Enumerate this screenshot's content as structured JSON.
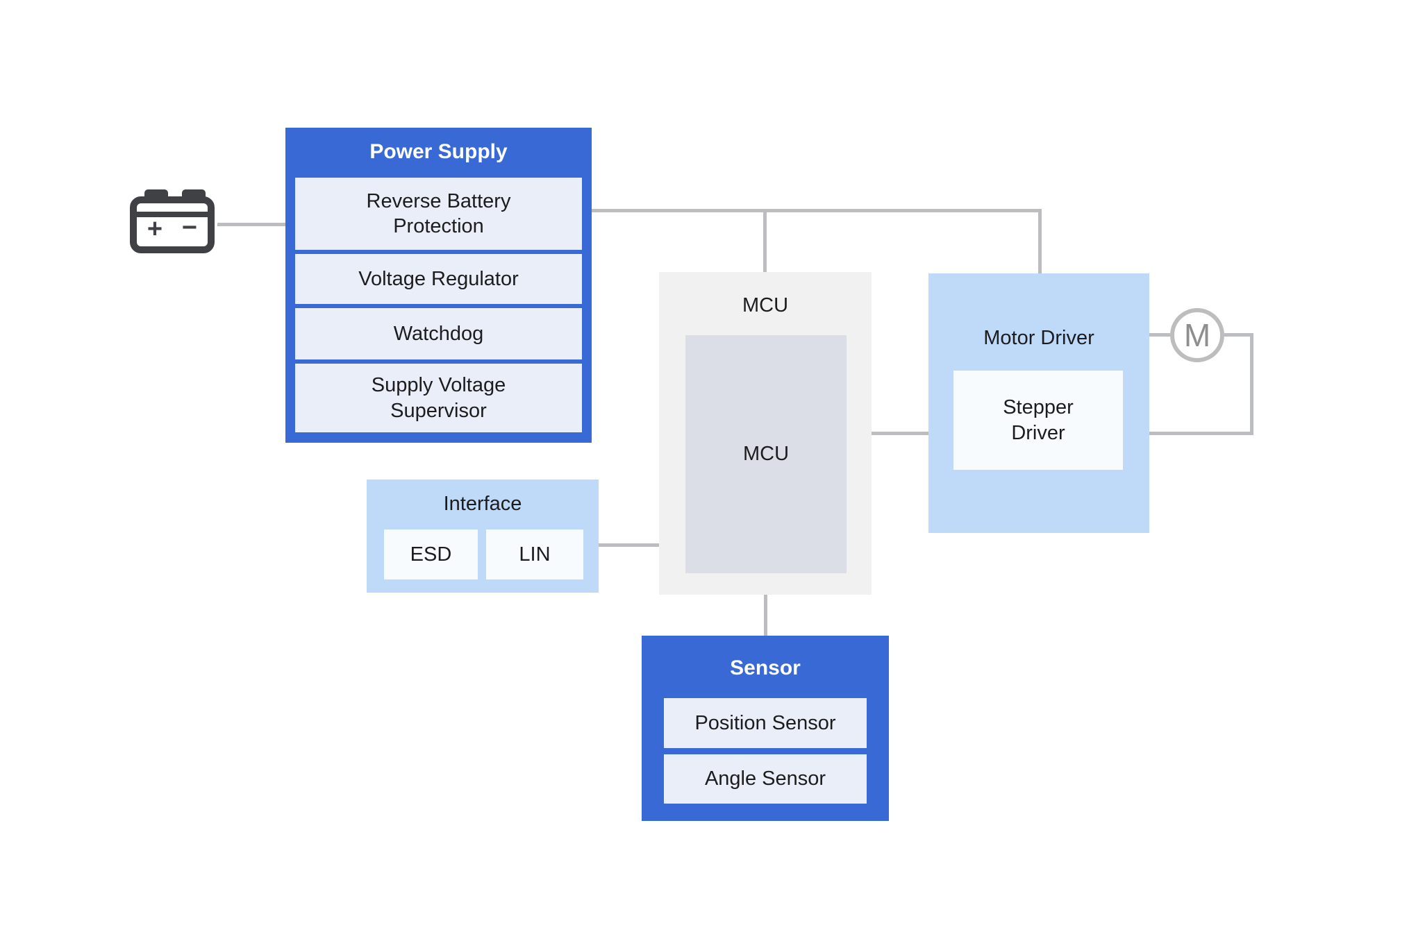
{
  "colors": {
    "blue": "#3869d5",
    "lavender": "#eaeef8",
    "light-blue": "#bedaf8",
    "near-white": "#f8fbfe",
    "mcu-outer": "#f1f1f2",
    "mcu-inner": "#dbdee6",
    "line-gray": "#bbbdc0",
    "icon-dark": "#3f4145",
    "text-dark": "#1c1c1e",
    "motor-gray": "#bdbdbd",
    "motor-text": "#8e8e8e"
  },
  "power_supply": {
    "title": "Power Supply",
    "items": [
      "Reverse Battery\nProtection",
      "Voltage Regulator",
      "Watchdog",
      "Supply Voltage\nSupervisor"
    ]
  },
  "interface": {
    "title": "Interface",
    "items": [
      "ESD",
      "LIN"
    ]
  },
  "mcu": {
    "title": "MCU",
    "chip": "MCU"
  },
  "motor_driver": {
    "title": "Motor Driver",
    "chip": "Stepper\nDriver"
  },
  "sensor": {
    "title": "Sensor",
    "items": [
      "Position Sensor",
      "Angle Sensor"
    ]
  },
  "motor": {
    "label": "M"
  },
  "battery": {
    "icon": "car-battery-icon",
    "plus": "+",
    "minus": "−"
  }
}
